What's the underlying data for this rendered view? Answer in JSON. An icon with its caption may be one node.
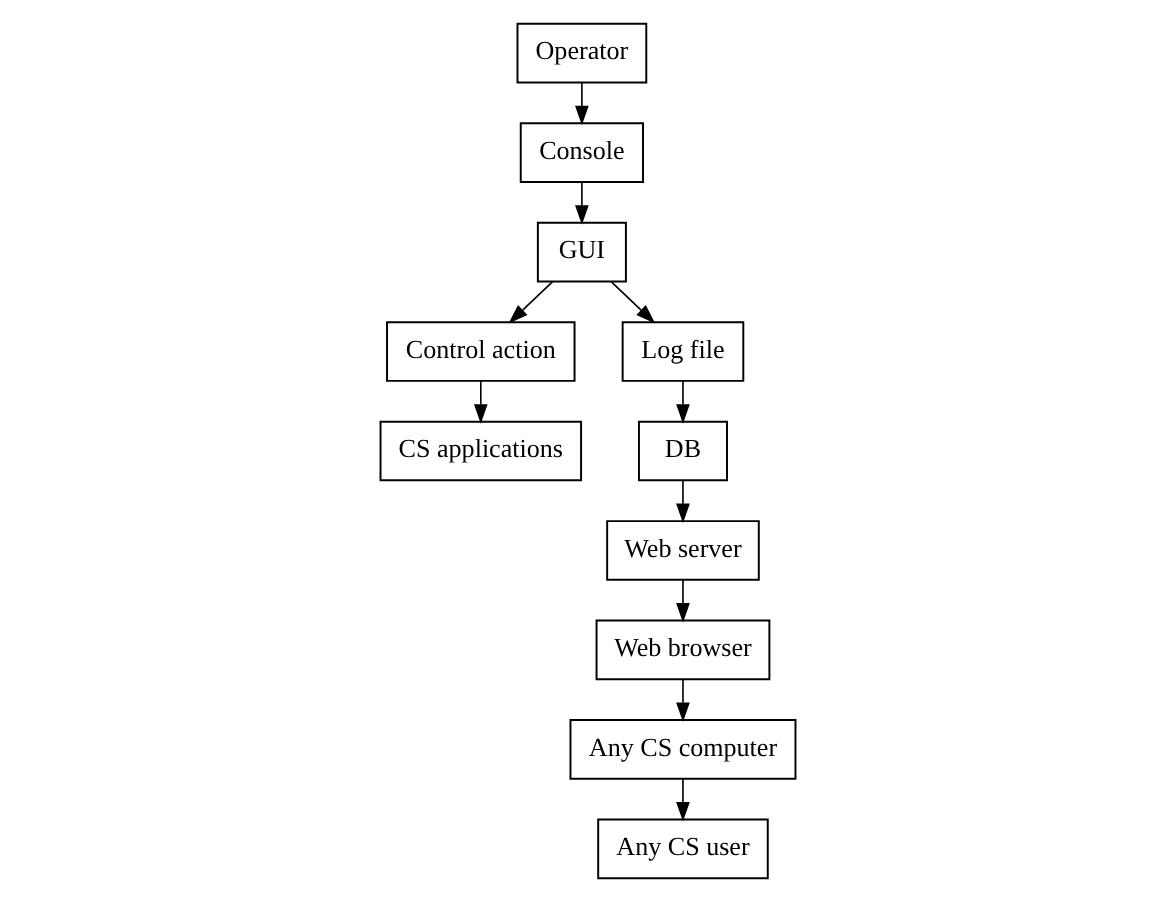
{
  "diagram": {
    "nodes": [
      {
        "text": [
          "Operator"
        ]
      },
      {
        "text": [
          "Console"
        ]
      },
      {
        "text": [
          "GUI"
        ]
      },
      {
        "text": [
          "Control action"
        ]
      },
      {
        "text": [
          "Log file"
        ]
      },
      {
        "text": [
          "CS applications"
        ]
      },
      {
        "text": [
          "DB"
        ]
      },
      {
        "text": [
          "Web server"
        ]
      },
      {
        "text": [
          "Web browser"
        ]
      },
      {
        "text": [
          "Any CS computer"
        ]
      },
      {
        "text": [
          "Any CS user"
        ]
      }
    ],
    "edges": [
      {
        "from": 0,
        "to": 1,
        "arrow": "to"
      },
      {
        "from": 1,
        "to": 2,
        "arrow": "to"
      },
      {
        "from": 2,
        "to": 3,
        "arrow": "to"
      },
      {
        "from": 2,
        "to": 4,
        "arrow": "to"
      },
      {
        "from": 3,
        "to": 5,
        "arrow": "to"
      },
      {
        "from": 4,
        "to": 6,
        "arrow": "to"
      },
      {
        "from": 6,
        "to": 7,
        "arrow": "to"
      },
      {
        "from": 7,
        "to": 8,
        "arrow": "to"
      },
      {
        "from": 8,
        "to": 9,
        "arrow": "to"
      },
      {
        "from": 9,
        "to": 10,
        "arrow": "to"
      }
    ]
  }
}
